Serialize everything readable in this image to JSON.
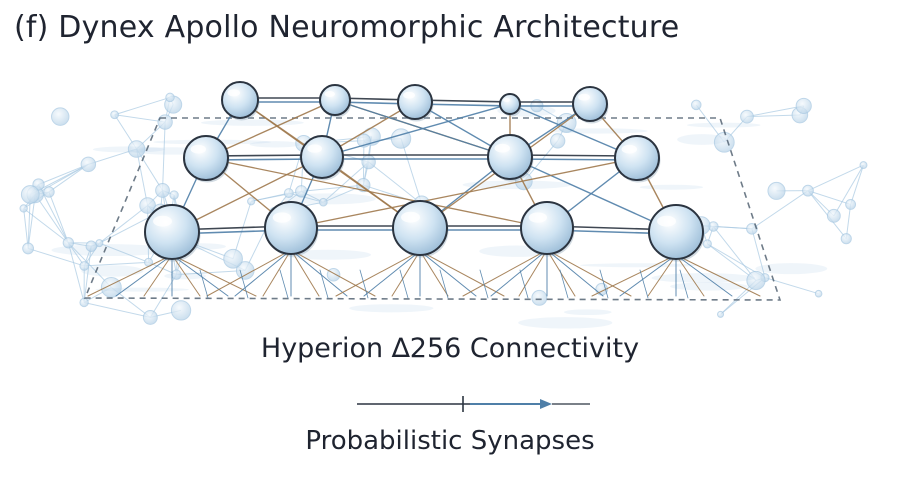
{
  "title": "(f)  Dynex Apollo Neuromorphic Architecture",
  "caption_connectivity": "Hyperion ∆256 Connectivity",
  "caption_synapses": "Probabilistic Synapses",
  "colors": {
    "node_fill": "#cfe3f2",
    "node_stroke": "#2b3440",
    "blue_link": "#4f7fa8",
    "brown_link": "#a07a4e",
    "background_network": "#a9c9e2",
    "text": "#1f2430"
  },
  "icons": [
    "neuron-node",
    "synapse-link",
    "arrow-right"
  ]
}
